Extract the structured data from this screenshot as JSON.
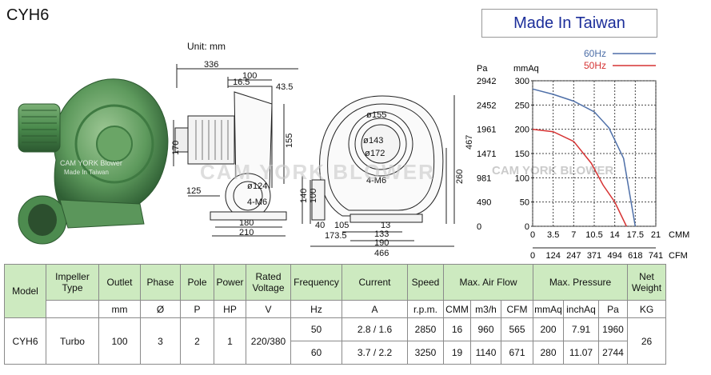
{
  "title": "CYH6",
  "made_in": "Made In Taiwan",
  "unit_label": "Unit: mm",
  "watermarks": {
    "blower_badge_line1": "CAM YORK Blower",
    "blower_badge_line2": "Made In Taiwan",
    "brand_big": "CAM YORK BLOWER",
    "brand_small": "CAM YORK BLOWER"
  },
  "dimensions": {
    "side": [
      "336",
      "100",
      "16.5",
      "43.5",
      "170",
      "155",
      "125",
      "124",
      "4-M6",
      "180",
      "210"
    ],
    "front": [
      "155",
      "143",
      "172",
      "4-M6",
      "467",
      "260",
      "140",
      "100",
      "40",
      "105",
      "173.5",
      "13",
      "133",
      "190",
      "466"
    ]
  },
  "chart_data": {
    "type": "line",
    "title": "",
    "ylabel_left": "Pa",
    "ylabel_right": "mmAq",
    "xlabel_top": "CMM",
    "xlabel_bottom": "CFM",
    "pa_ticks": [
      "2942",
      "2452",
      "1961",
      "1471",
      "981",
      "490",
      "0"
    ],
    "mmaq_ticks": [
      "300",
      "250",
      "200",
      "150",
      "100",
      "50",
      "0"
    ],
    "cmm_ticks": [
      "0",
      "3.5",
      "7",
      "10.5",
      "14",
      "17.5",
      "21"
    ],
    "cfm_ticks": [
      "0",
      "124",
      "247",
      "371",
      "494",
      "618",
      "741"
    ],
    "ylim": [
      0,
      300
    ],
    "xlim": [
      0,
      21
    ],
    "grid": true,
    "legend_placement": "top-right",
    "series": [
      {
        "name": "60Hz",
        "color": "#4e6fa8",
        "x": [
          0,
          3.5,
          7,
          10.5,
          13,
          15.5,
          17.5
        ],
        "y": [
          283,
          272,
          258,
          236,
          203,
          140,
          0
        ]
      },
      {
        "name": "50Hz",
        "color": "#d63333",
        "x": [
          0,
          3.5,
          7,
          10,
          12,
          14,
          16
        ],
        "y": [
          200,
          195,
          175,
          130,
          85,
          50,
          0
        ]
      }
    ]
  },
  "table": {
    "headers": {
      "model": "Model",
      "impeller": "Impeller Type",
      "outlet": "Outlet",
      "phase": "Phase",
      "pole": "Pole",
      "power": "Power",
      "voltage": "Rated Voltage",
      "frequency": "Frequency",
      "current": "Current",
      "speed": "Speed",
      "airflow": "Max. Air Flow",
      "pressure": "Max. Pressure",
      "weight": "Net Weight"
    },
    "units": {
      "outlet": "mm",
      "phase": "Ø",
      "pole": "P",
      "power": "HP",
      "voltage": "V",
      "frequency": "Hz",
      "current": "A",
      "speed": "r.p.m.",
      "cmm": "CMM",
      "m3h": "m3/h",
      "cfm": "CFM",
      "mmaq": "mmAq",
      "inchaq": "inchAq",
      "pa": "Pa",
      "weight": "KG"
    },
    "row": {
      "model": "CYH6",
      "impeller": "Turbo",
      "outlet": "100",
      "phase": "3",
      "pole": "2",
      "power": "1",
      "voltage": "220/380",
      "weight": "26"
    },
    "rows": [
      {
        "frequency": "50",
        "current": "2.8 / 1.6",
        "speed": "2850",
        "cmm": "16",
        "m3h": "960",
        "cfm": "565",
        "mmaq": "200",
        "inchaq": "7.91",
        "pa": "1960"
      },
      {
        "frequency": "60",
        "current": "3.7 / 2.2",
        "speed": "3250",
        "cmm": "19",
        "m3h": "1140",
        "cfm": "671",
        "mmaq": "280",
        "inchaq": "11.07",
        "pa": "2744"
      }
    ]
  }
}
